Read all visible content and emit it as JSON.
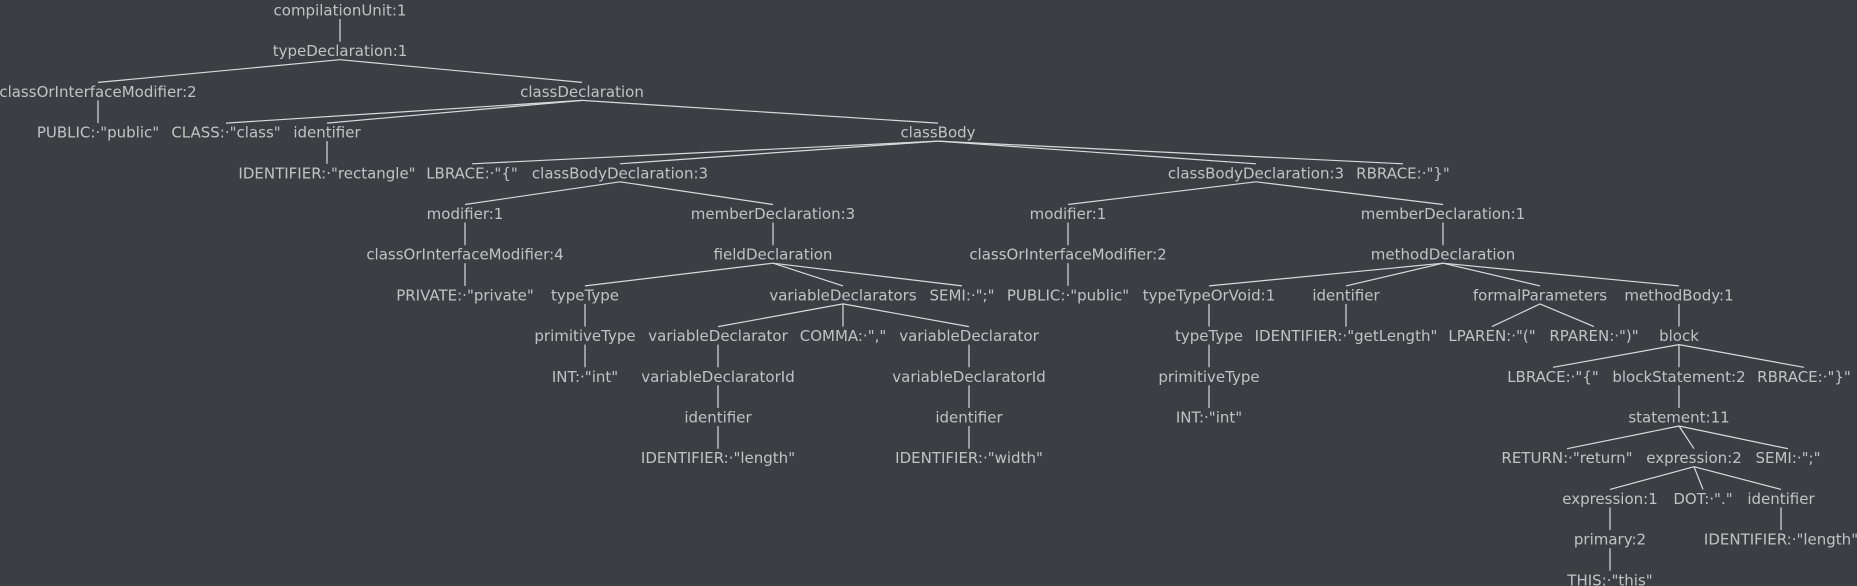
{
  "colors": {
    "background": "#3b3f43",
    "text": "#c2c2c2",
    "edge": "#d9d9d9"
  },
  "nodes": [
    {
      "id": "n0",
      "label": "compilationUnit:1"
    },
    {
      "id": "n1",
      "label": "typeDeclaration:1",
      "parent": "n0"
    },
    {
      "id": "n2",
      "label": "classOrInterfaceModifier:2",
      "parent": "n1"
    },
    {
      "id": "n3",
      "label": "classDeclaration",
      "parent": "n1"
    },
    {
      "id": "n4",
      "label": "PUBLIC:·\"public\"",
      "parent": "n2"
    },
    {
      "id": "n5",
      "label": "CLASS:·\"class\"",
      "parent": "n3"
    },
    {
      "id": "n6",
      "label": "identifier",
      "parent": "n3"
    },
    {
      "id": "n7",
      "label": "classBody",
      "parent": "n3"
    },
    {
      "id": "n8",
      "label": "IDENTIFIER:·\"rectangle\"",
      "parent": "n6"
    },
    {
      "id": "n9",
      "label": "LBRACE:·\"{\"",
      "parent": "n7"
    },
    {
      "id": "n10",
      "label": "classBodyDeclaration:3",
      "parent": "n7"
    },
    {
      "id": "n11",
      "label": "classBodyDeclaration:3",
      "parent": "n7"
    },
    {
      "id": "n12",
      "label": "RBRACE:·\"}\"",
      "parent": "n7"
    },
    {
      "id": "n13",
      "label": "modifier:1",
      "parent": "n10"
    },
    {
      "id": "n14",
      "label": "memberDeclaration:3",
      "parent": "n10"
    },
    {
      "id": "n15",
      "label": "modifier:1",
      "parent": "n11"
    },
    {
      "id": "n16",
      "label": "memberDeclaration:1",
      "parent": "n11"
    },
    {
      "id": "n17",
      "label": "classOrInterfaceModifier:4",
      "parent": "n13"
    },
    {
      "id": "n18",
      "label": "fieldDeclaration",
      "parent": "n14"
    },
    {
      "id": "n19",
      "label": "classOrInterfaceModifier:2",
      "parent": "n15"
    },
    {
      "id": "n20",
      "label": "methodDeclaration",
      "parent": "n16"
    },
    {
      "id": "n21",
      "label": "PRIVATE:·\"private\"",
      "parent": "n17"
    },
    {
      "id": "n22",
      "label": "typeType",
      "parent": "n18"
    },
    {
      "id": "n23",
      "label": "variableDeclarators",
      "parent": "n18"
    },
    {
      "id": "n24",
      "label": "SEMI:·\";\"",
      "parent": "n18"
    },
    {
      "id": "n25",
      "label": "PUBLIC:·\"public\"",
      "parent": "n19"
    },
    {
      "id": "n26",
      "label": "typeTypeOrVoid:1",
      "parent": "n20"
    },
    {
      "id": "n27",
      "label": "identifier",
      "parent": "n20"
    },
    {
      "id": "n28",
      "label": "formalParameters",
      "parent": "n20"
    },
    {
      "id": "n29",
      "label": "methodBody:1",
      "parent": "n20"
    },
    {
      "id": "n30",
      "label": "primitiveType",
      "parent": "n22"
    },
    {
      "id": "n31",
      "label": "variableDeclarator",
      "parent": "n23"
    },
    {
      "id": "n32",
      "label": "COMMA:·\",\"",
      "parent": "n23"
    },
    {
      "id": "n33",
      "label": "variableDeclarator",
      "parent": "n23"
    },
    {
      "id": "n34",
      "label": "typeType",
      "parent": "n26"
    },
    {
      "id": "n35",
      "label": "IDENTIFIER:·\"getLength\"",
      "parent": "n27"
    },
    {
      "id": "n36",
      "label": "LPAREN:·\"(\"",
      "parent": "n28"
    },
    {
      "id": "n37",
      "label": "RPAREN:·\")\"",
      "parent": "n28"
    },
    {
      "id": "n38",
      "label": "block",
      "parent": "n29"
    },
    {
      "id": "n39",
      "label": "INT:·\"int\"",
      "parent": "n30"
    },
    {
      "id": "n40",
      "label": "variableDeclaratorId",
      "parent": "n31"
    },
    {
      "id": "n41",
      "label": "variableDeclaratorId",
      "parent": "n33"
    },
    {
      "id": "n42",
      "label": "primitiveType",
      "parent": "n34"
    },
    {
      "id": "n43",
      "label": "LBRACE:·\"{\"",
      "parent": "n38"
    },
    {
      "id": "n44",
      "label": "blockStatement:2",
      "parent": "n38"
    },
    {
      "id": "n45",
      "label": "RBRACE:·\"}\"",
      "parent": "n38"
    },
    {
      "id": "n46",
      "label": "identifier",
      "parent": "n40"
    },
    {
      "id": "n47",
      "label": "identifier",
      "parent": "n41"
    },
    {
      "id": "n48",
      "label": "INT:·\"int\"",
      "parent": "n42"
    },
    {
      "id": "n49",
      "label": "statement:11",
      "parent": "n44"
    },
    {
      "id": "n50",
      "label": "IDENTIFIER:·\"length\"",
      "parent": "n46"
    },
    {
      "id": "n51",
      "label": "IDENTIFIER:·\"width\"",
      "parent": "n47"
    },
    {
      "id": "n52",
      "label": "RETURN:·\"return\"",
      "parent": "n49"
    },
    {
      "id": "n53",
      "label": "expression:2",
      "parent": "n49"
    },
    {
      "id": "n54",
      "label": "SEMI:·\";\"",
      "parent": "n49"
    },
    {
      "id": "n55",
      "label": "expression:1",
      "parent": "n53"
    },
    {
      "id": "n56",
      "label": "DOT:·\".\"",
      "parent": "n53"
    },
    {
      "id": "n57",
      "label": "identifier",
      "parent": "n53"
    },
    {
      "id": "n58",
      "label": "primary:2",
      "parent": "n55"
    },
    {
      "id": "n59",
      "label": "IDENTIFIER:·\"length\"",
      "parent": "n57"
    },
    {
      "id": "n60",
      "label": "THIS:·\"this\"",
      "parent": "n58"
    }
  ]
}
